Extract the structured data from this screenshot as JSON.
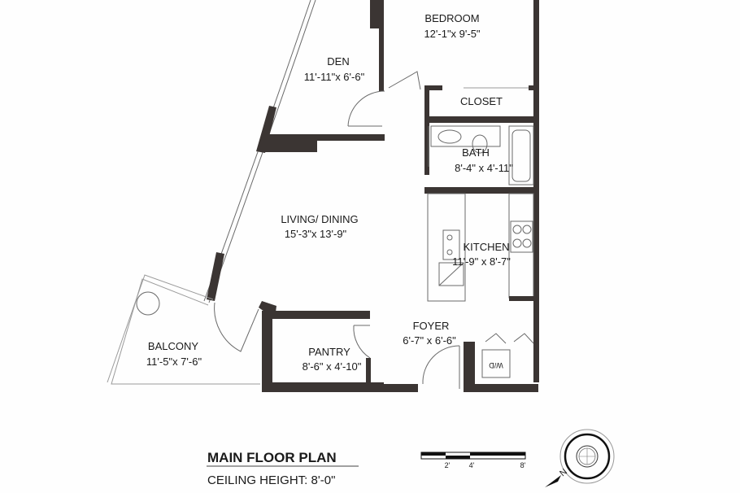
{
  "title": "MAIN FLOOR PLAN",
  "ceiling_height": "CEILING HEIGHT: 8'-0\"",
  "colors": {
    "wall": "#3b3533",
    "background": "#fefefe",
    "fixture_line": "#6a6a6a"
  },
  "rooms": {
    "bedroom": {
      "name": "BEDROOM",
      "size": "12'-1\"x  9'-5\""
    },
    "den": {
      "name": "DEN",
      "size": "11'-11\"x 6'-6\""
    },
    "closet": {
      "name": "CLOSET"
    },
    "bath": {
      "name": "BATH",
      "size": "8'-4\" x 4'-11\""
    },
    "living_dining": {
      "name": "LIVING/ DINING",
      "size": "15'-3\"x 13'-9\""
    },
    "kitchen": {
      "name": "KITCHEN",
      "size": "11'-9\" x 8'-7\""
    },
    "foyer": {
      "name": "FOYER",
      "size": "6'-7\"  x 6'-6\""
    },
    "pantry": {
      "name": "PANTRY",
      "size": "8'-6\" x 4'-10\""
    },
    "balcony": {
      "name": "BALCONY",
      "size": "11'-5\"x  7'-6\""
    },
    "washer_dryer": {
      "name": "W/D"
    }
  },
  "scale_bar": {
    "ticks": [
      "2'",
      "4'",
      "8'"
    ]
  },
  "compass": {
    "north_label": "N",
    "icon": "compass-rose-icon"
  }
}
